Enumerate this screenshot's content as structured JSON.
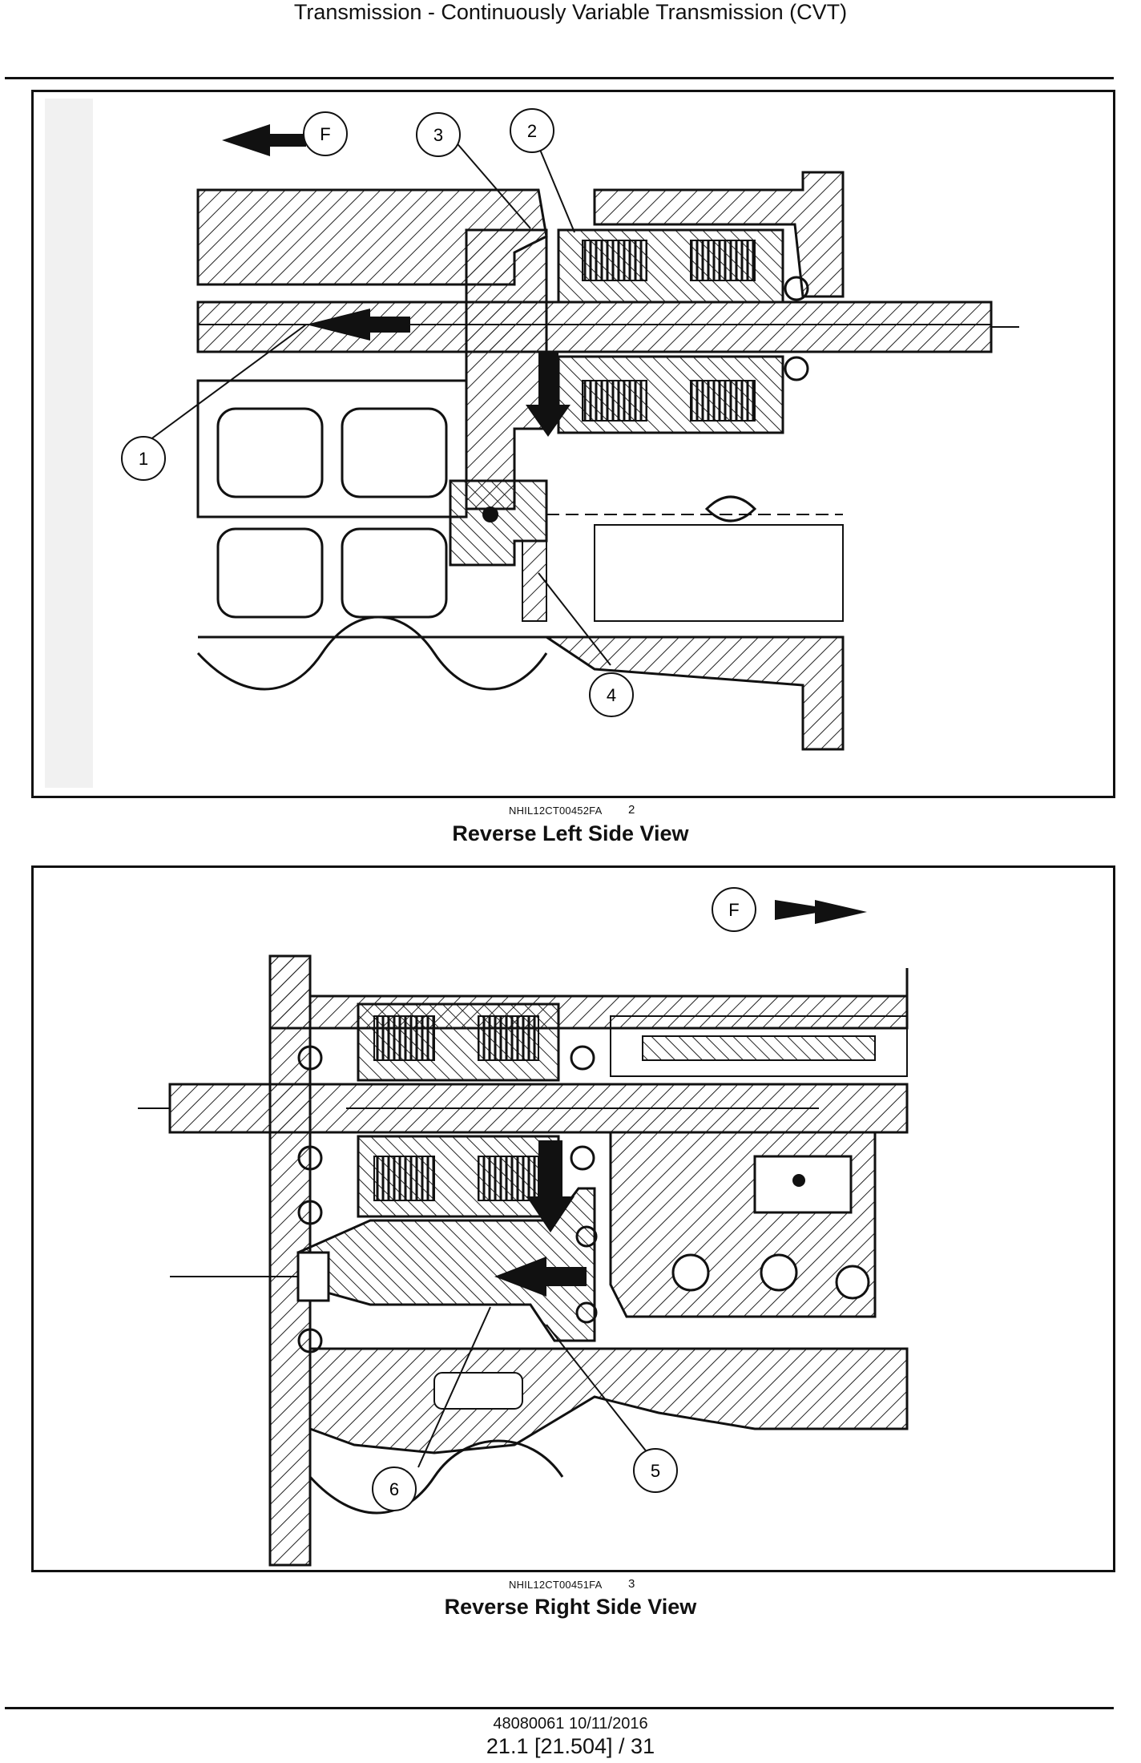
{
  "header": {
    "title": "Transmission - Continuously Variable Transmission (CVT)"
  },
  "figures": [
    {
      "image_id": "NHIL12CT00452FA",
      "number": "2",
      "title": "Reverse Left Side View",
      "callouts": [
        "F",
        "1",
        "2",
        "3",
        "4"
      ]
    },
    {
      "image_id": "NHIL12CT00451FA",
      "number": "3",
      "title": "Reverse Right Side View",
      "callouts": [
        "F",
        "5",
        "6"
      ]
    }
  ],
  "footer": {
    "doc_ref": "48080061 10/11/2016",
    "page_ref": "21.1 [21.504] / 31"
  }
}
